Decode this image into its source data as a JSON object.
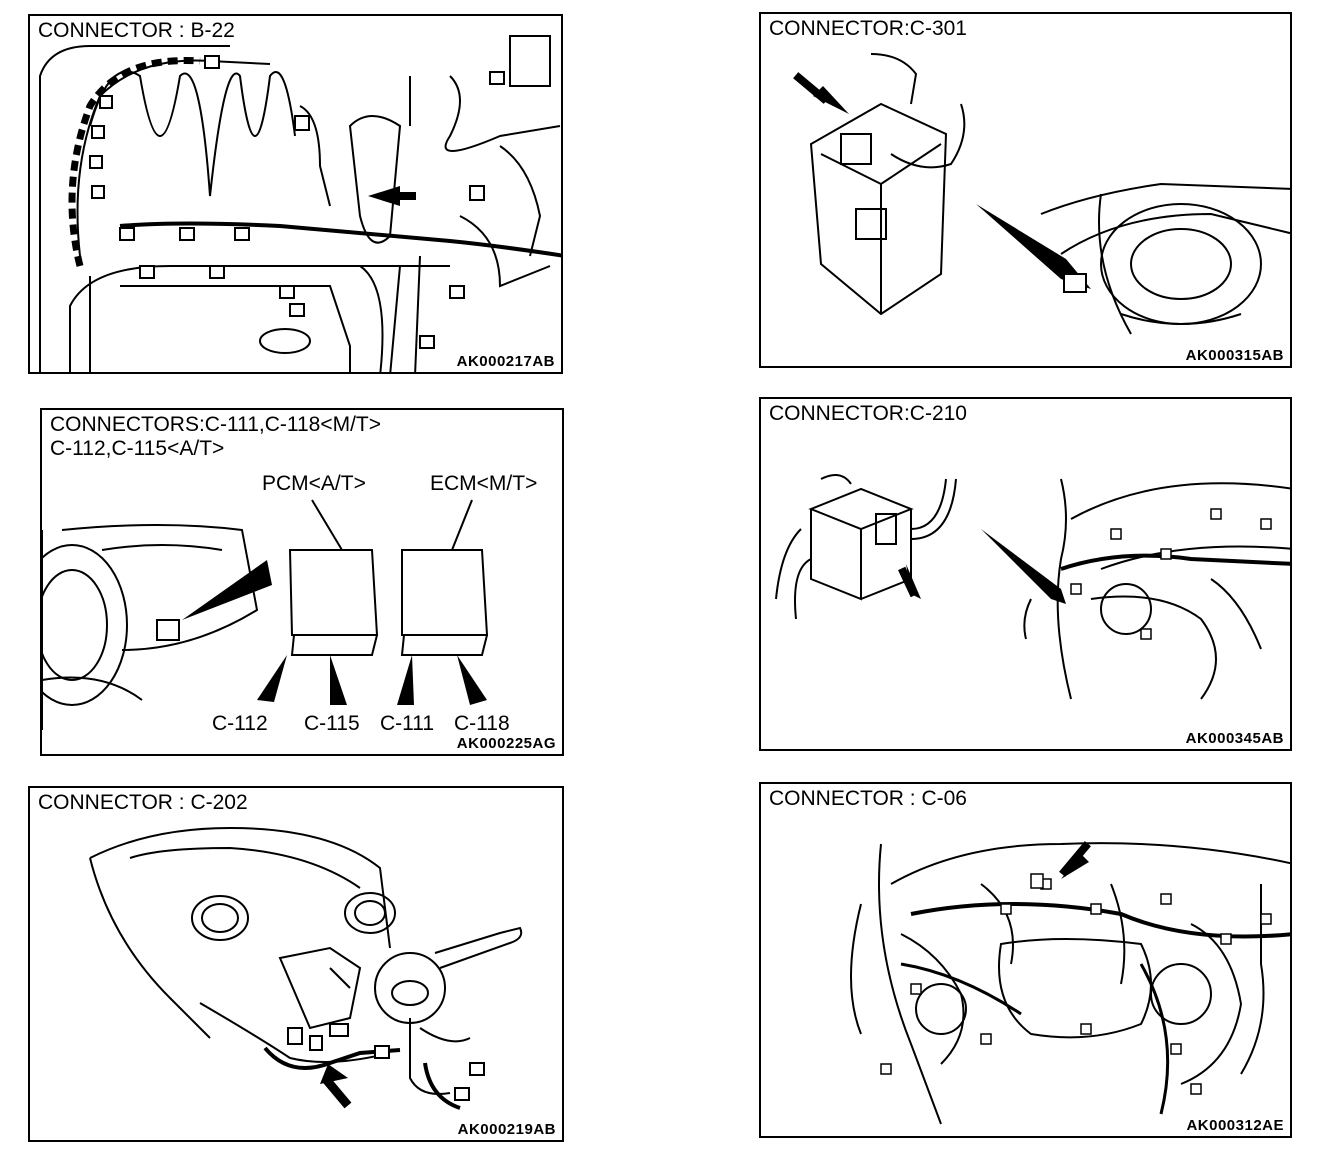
{
  "panels": {
    "b22": {
      "title": "CONNECTOR : B-22",
      "code": "AK000217AB"
    },
    "c301": {
      "title": "CONNECTOR:C-301",
      "code": "AK000315AB"
    },
    "c111": {
      "title_line1": "CONNECTORS:C-111,C-118<M/T>",
      "title_line2": "C-112,C-115<A/T>",
      "pcm_label": "PCM<A/T>",
      "ecm_label": "ECM<M/T>",
      "c112": "C-112",
      "c115": "C-115",
      "c111": "C-111",
      "c118": "C-118",
      "code": "AK000225AG"
    },
    "c210": {
      "title": "CONNECTOR:C-210",
      "code": "AK000345AB"
    },
    "c202": {
      "title": "CONNECTOR : C-202",
      "code": "AK000219AB"
    },
    "c06": {
      "title": "CONNECTOR : C-06",
      "code": "AK000312AE"
    }
  }
}
